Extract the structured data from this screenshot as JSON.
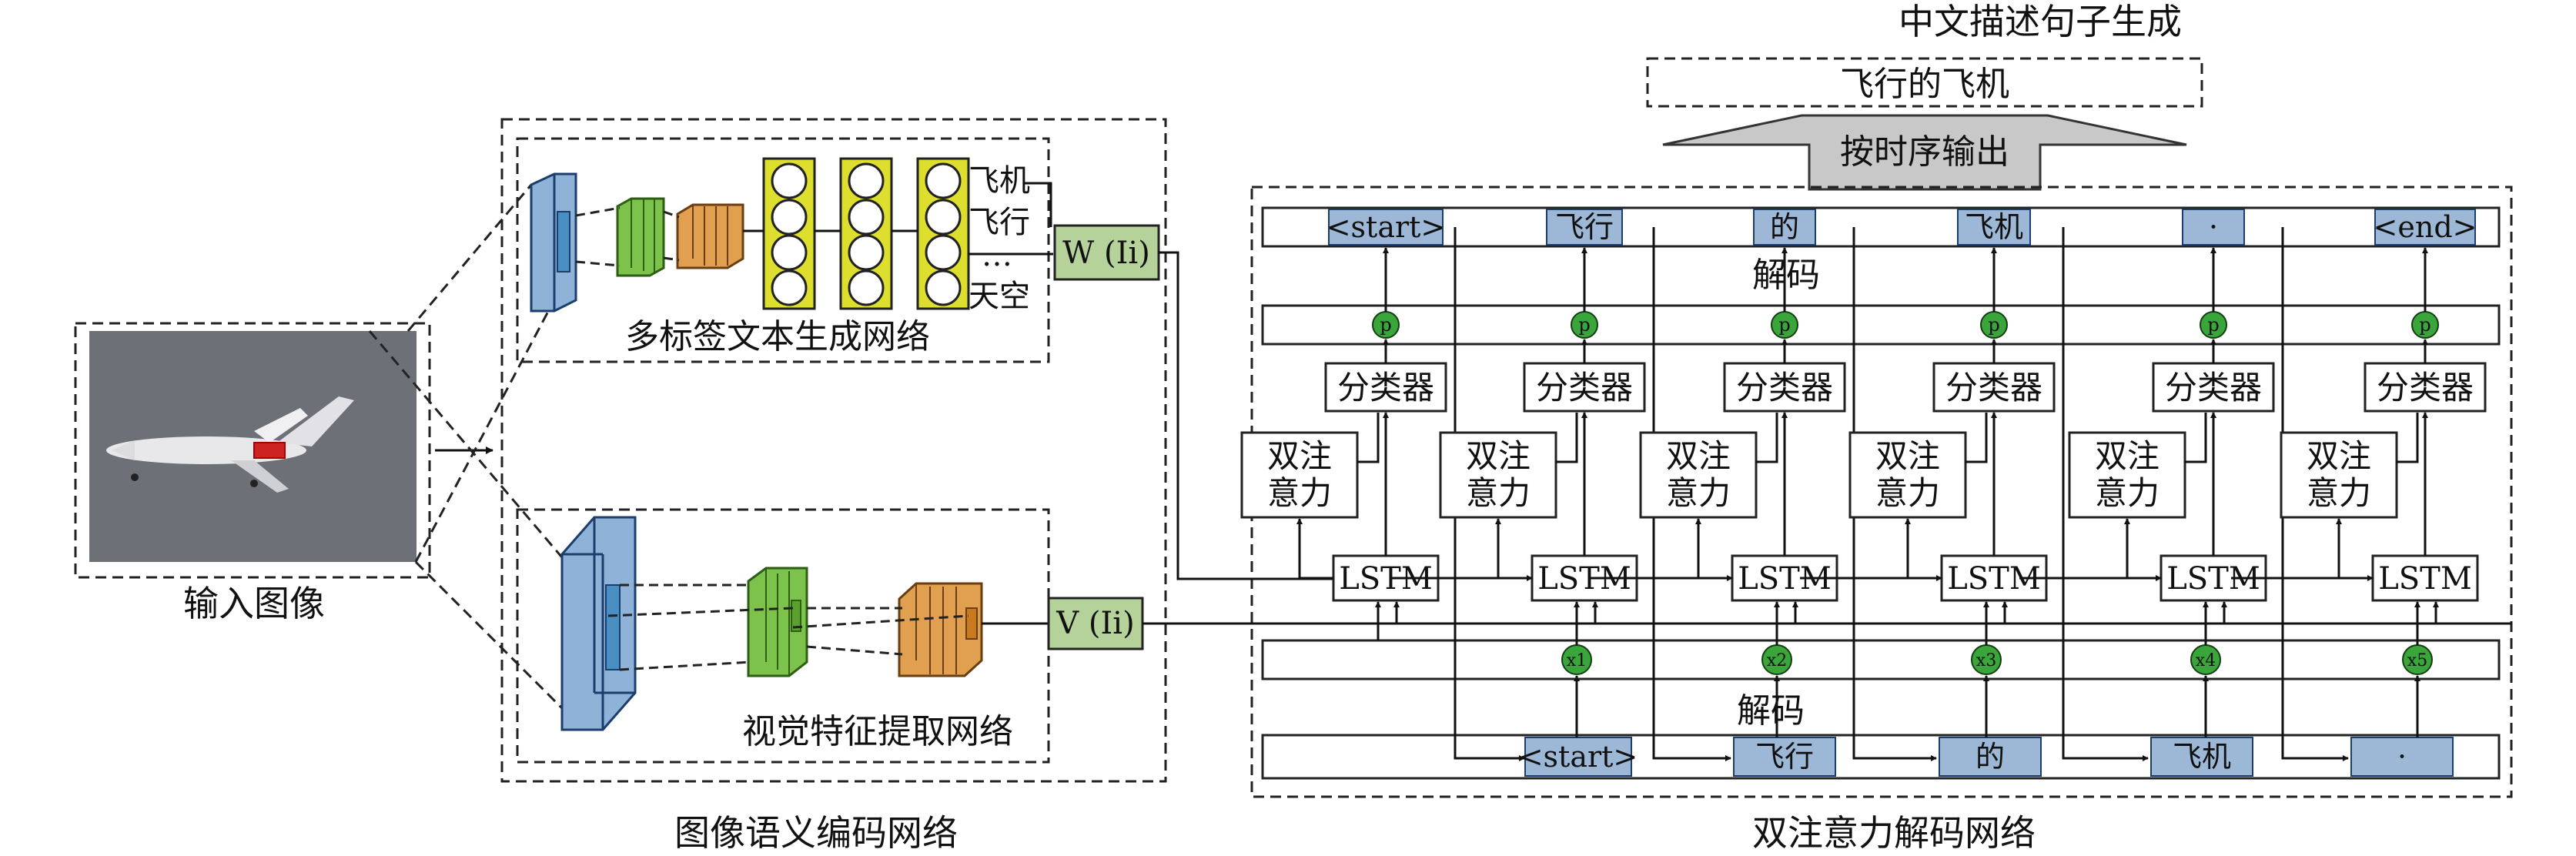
{
  "title": "中文描述句子生成",
  "output_sentence": "飞行的飞机",
  "output_arrow_label": "按时序输出",
  "input_image_label": "输入图像",
  "encoder": {
    "title": "图像语义编码网络",
    "multilabel_title": "多标签文本生成网络",
    "labels": [
      "飞机",
      "飞行",
      "…",
      "天空"
    ],
    "w_label": "W (Ii)",
    "visual_title": "视觉特征提取网络",
    "v_label": "V (Ii)"
  },
  "decoder": {
    "title": "双注意力解码网络",
    "decode_label": "解码",
    "output_tokens": [
      "<start>",
      "飞行",
      "的",
      "飞机",
      "·",
      "<end>"
    ],
    "p_label": "p",
    "classifier_label": "分类器",
    "attention_label_line1": "双注",
    "attention_label_line2": "意力",
    "lstm_label": "LSTM",
    "x_labels": [
      "x1",
      "x2",
      "x3",
      "x4",
      "x5"
    ],
    "input_tokens": [
      "<start>",
      "飞行",
      "的",
      "飞机",
      "·"
    ]
  },
  "colors": {
    "token_fill": "#9cb8d6",
    "p_fill": "#3aa53a",
    "label_box_fill": "#b5d29a",
    "cnn_blue": "#8fb2d9",
    "cnn_green": "#7dc24b",
    "cnn_orange": "#e0a050",
    "circle_border": "#dede2e",
    "arrow_fill": "#c8c8c8"
  }
}
